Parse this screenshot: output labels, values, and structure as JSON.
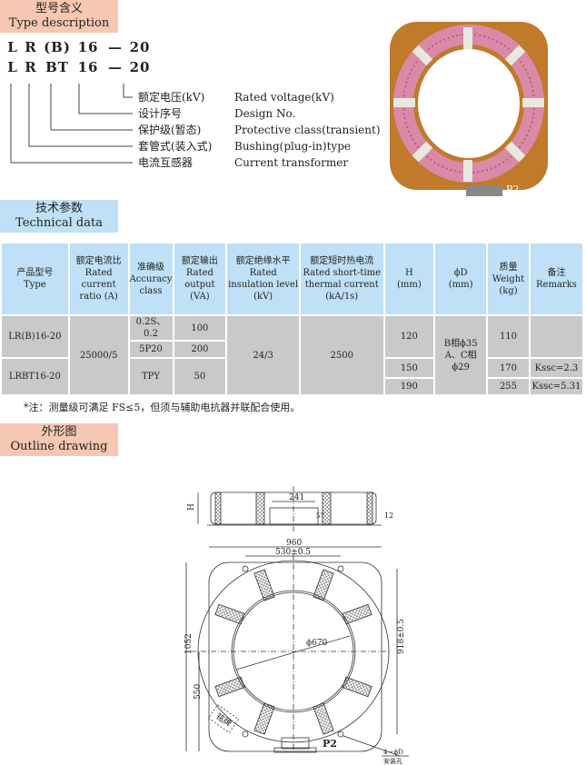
{
  "type_section": {
    "title_cn": "型号含义",
    "title_en": "Type description",
    "code1": [
      "L",
      "R",
      "(B)",
      "16",
      "—",
      "20"
    ],
    "code2": [
      "L",
      "R",
      "BT",
      "16",
      "—",
      "20"
    ],
    "items": [
      {
        "cn": "额定电压(kV)",
        "en": "Rated voltage(kV)"
      },
      {
        "cn": "设计序号",
        "en": "Design No."
      },
      {
        "cn": "保护级(暂态)",
        "en": "Protective class(transient)"
      },
      {
        "cn": "套管式(装入式)",
        "en": "Bushing(plug-in)type"
      },
      {
        "cn": "电流互感器",
        "en": "Current transformer"
      }
    ]
  },
  "photo": {
    "label": "P2"
  },
  "tech_section": {
    "title_cn": "技术参数",
    "title_en": "Technical data"
  },
  "table": {
    "headers": [
      {
        "cn": "产品型号",
        "en": "Type"
      },
      {
        "cn": "额定电流比",
        "en": "Rated current ratio (A)"
      },
      {
        "cn": "准确级",
        "en": "Accuracy class"
      },
      {
        "cn": "额定输出",
        "en": "Rated output (VA)"
      },
      {
        "cn": "额定绝缘水平",
        "en": "Rated insulation level (kV)"
      },
      {
        "cn": "额定短时热电流",
        "en": "Rated short-time thermal current (kA/1s)"
      },
      {
        "cn": "H",
        "en": "(mm)"
      },
      {
        "cn": "ϕD",
        "en": "(mm)"
      },
      {
        "cn": "质量",
        "en": "Weight (kg)"
      },
      {
        "cn": "备注",
        "en": "Remarks"
      }
    ],
    "type1": "LR(B)16-20",
    "type2": "LRBT16-20",
    "ratio": "25000/5",
    "acc1": "0.2S、0.2",
    "acc2": "5P20",
    "acc3": "TPY",
    "out1": "100",
    "out2": "200",
    "out3": "50",
    "insulation": "24/3",
    "thermal": "2500",
    "h1": "120",
    "h2": "150",
    "h3": "190",
    "d": "B相ϕ35 A、C相 ϕ29",
    "w1": "110",
    "w2": "170",
    "w3": "255",
    "r1": "",
    "r2": "Kssc=2.3",
    "r3": "Kssc=5.31"
  },
  "note": "*注：测量级可满足 FS≤5，但须与辅助电抗器并联配合使用。",
  "outline_section": {
    "title_cn": "外形图",
    "title_en": "Outline drawing"
  },
  "drawing": {
    "H": "H",
    "d241": "241",
    "d57": "57",
    "d12": "12",
    "d960": "960",
    "d530": "530±0.5",
    "d670": "ϕ670",
    "d918": "918±0.5",
    "d1052": "1052",
    "d550": "550",
    "nameplate": "铭牌",
    "p2": "P2",
    "hole": "4－ϕD",
    "hole_cn": "安装孔"
  }
}
